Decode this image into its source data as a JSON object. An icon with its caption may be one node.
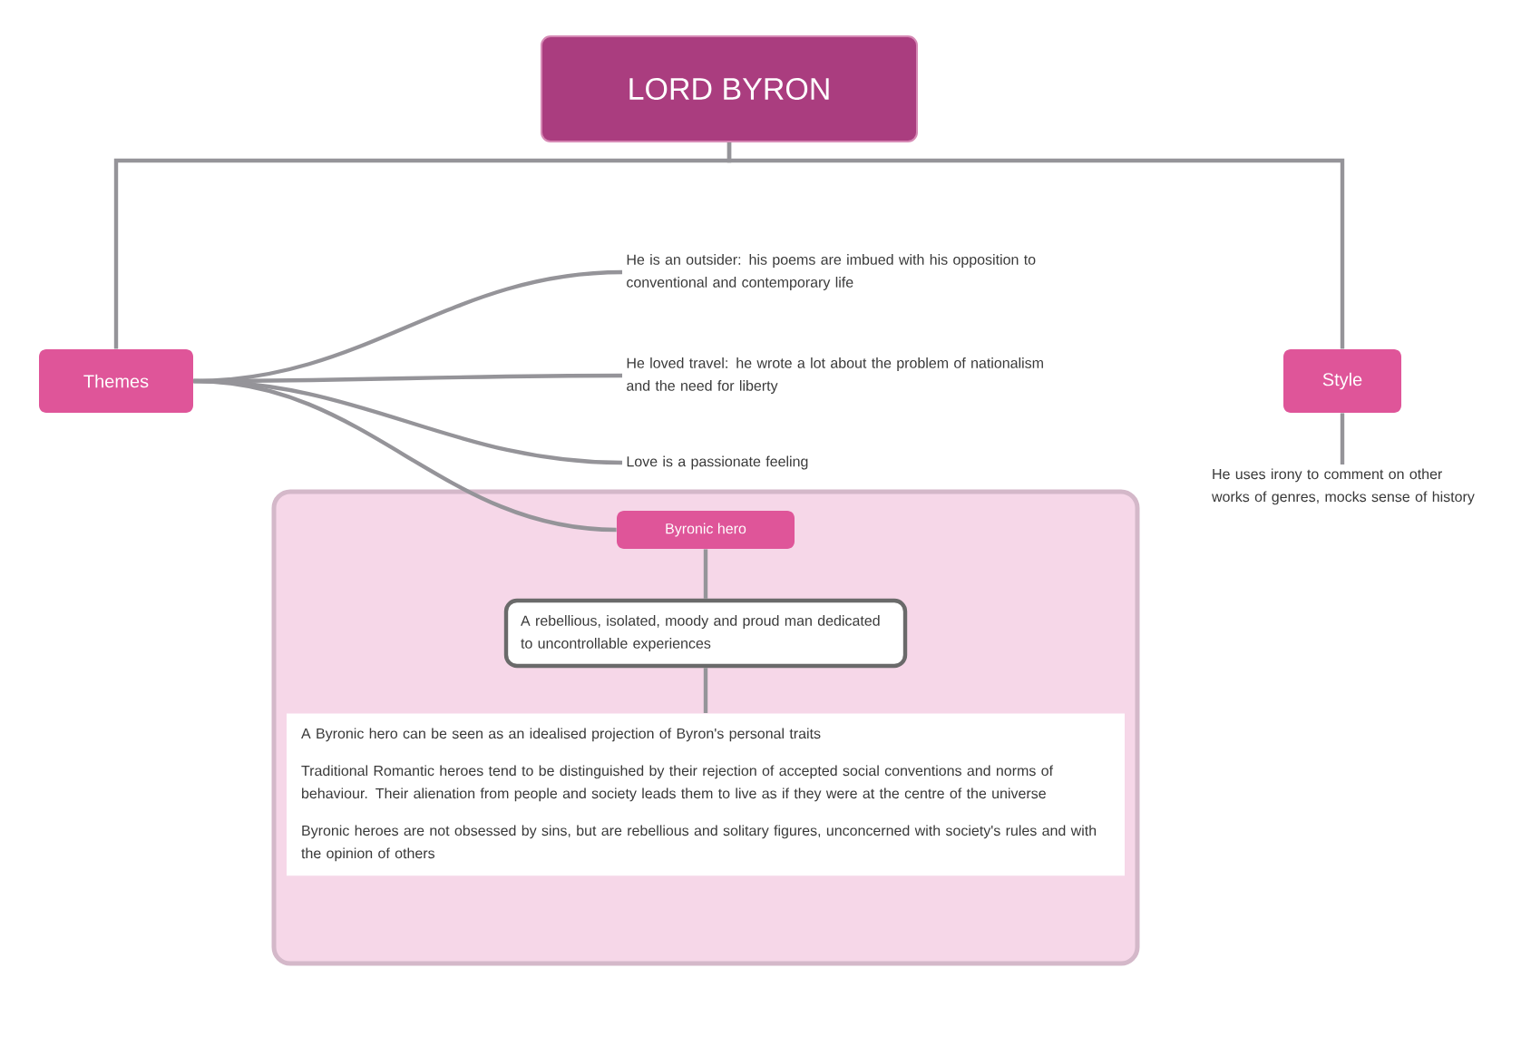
{
  "diagram": {
    "nodes": [
      {
        "text": [
          "LORD BYRON"
        ]
      },
      {
        "text": [
          "Themes"
        ]
      },
      {
        "text": [
          "Style"
        ]
      },
      {
        "text": [
          "He is an outsider: his poems are imbued with his opposition to conventional and contemporary life"
        ]
      },
      {
        "text": [
          "He loved travel: he wrote a lot about the problem of nationalism and the need for liberty"
        ]
      },
      {
        "text": [
          "Love is a passionate feeling"
        ]
      },
      {
        "text": [
          "He uses irony to comment on other works of genres, mocks sense of history"
        ]
      },
      {
        "text": [],
        "shape": "box"
      },
      {
        "text": [
          "Byronic hero"
        ],
        "in": 7
      },
      {
        "text": [
          "A rebellious, isolated, moody and proud man dedicated to uncontrollable experiences"
        ],
        "in": 7
      },
      {
        "text": [
          "A Byronic hero can be seen as an idealised projection of Byron's personal traits",
          "Traditional Romantic heroes tend to be distinguished by their rejection of accepted social conventions and norms of behaviour. Their alienation from people and society leads them to live as if they were at the centre of the universe",
          "Byronic heroes are not obsessed by sins, but are rebellious and solitary figures, unconcerned with society's rules and with the opinion of others"
        ],
        "in": 7
      }
    ],
    "edges": [
      {
        "from": 0,
        "to": 1,
        "arrow": "none"
      },
      {
        "from": 0,
        "to": 2,
        "arrow": "none"
      },
      {
        "from": 1,
        "to": 3,
        "arrow": "none"
      },
      {
        "from": 1,
        "to": 4,
        "arrow": "none"
      },
      {
        "from": 1,
        "to": 5,
        "arrow": "none"
      },
      {
        "from": 1,
        "to": 8,
        "arrow": "none"
      },
      {
        "from": 2,
        "to": 6,
        "arrow": "none"
      },
      {
        "from": 8,
        "to": 9,
        "arrow": "none"
      },
      {
        "from": 9,
        "to": 10,
        "arrow": "none"
      }
    ]
  }
}
